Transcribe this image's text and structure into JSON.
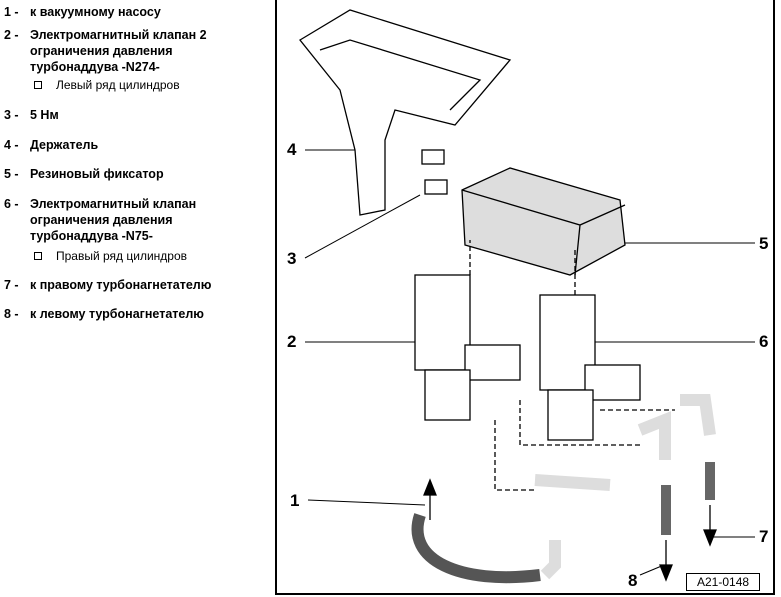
{
  "legend": [
    {
      "num": "1 -",
      "text": "к вакуумному насосу"
    },
    {
      "num": "2 -",
      "text": "Электромагнитный клапан 2 ограничения давления турбонаддува -N274-",
      "sub": "Левый ряд цилиндров"
    },
    {
      "num": "3 -",
      "text": "5 Нм"
    },
    {
      "num": "4 -",
      "text": "Держатель"
    },
    {
      "num": "5 -",
      "text": "Резиновый фиксатор"
    },
    {
      "num": "6 -",
      "text": "Электромагнитный клапан ограничения давления турбонаддува -N75-",
      "sub": "Правый ряд цилиндров"
    },
    {
      "num": "7 -",
      "text": "к правому турбонагнетателю"
    },
    {
      "num": "8 -",
      "text": "к левому турбонагнетателю"
    }
  ],
  "diagram": {
    "labels": [
      "1",
      "2",
      "3",
      "4",
      "5",
      "6",
      "7",
      "8"
    ],
    "code": "A21-0148"
  }
}
